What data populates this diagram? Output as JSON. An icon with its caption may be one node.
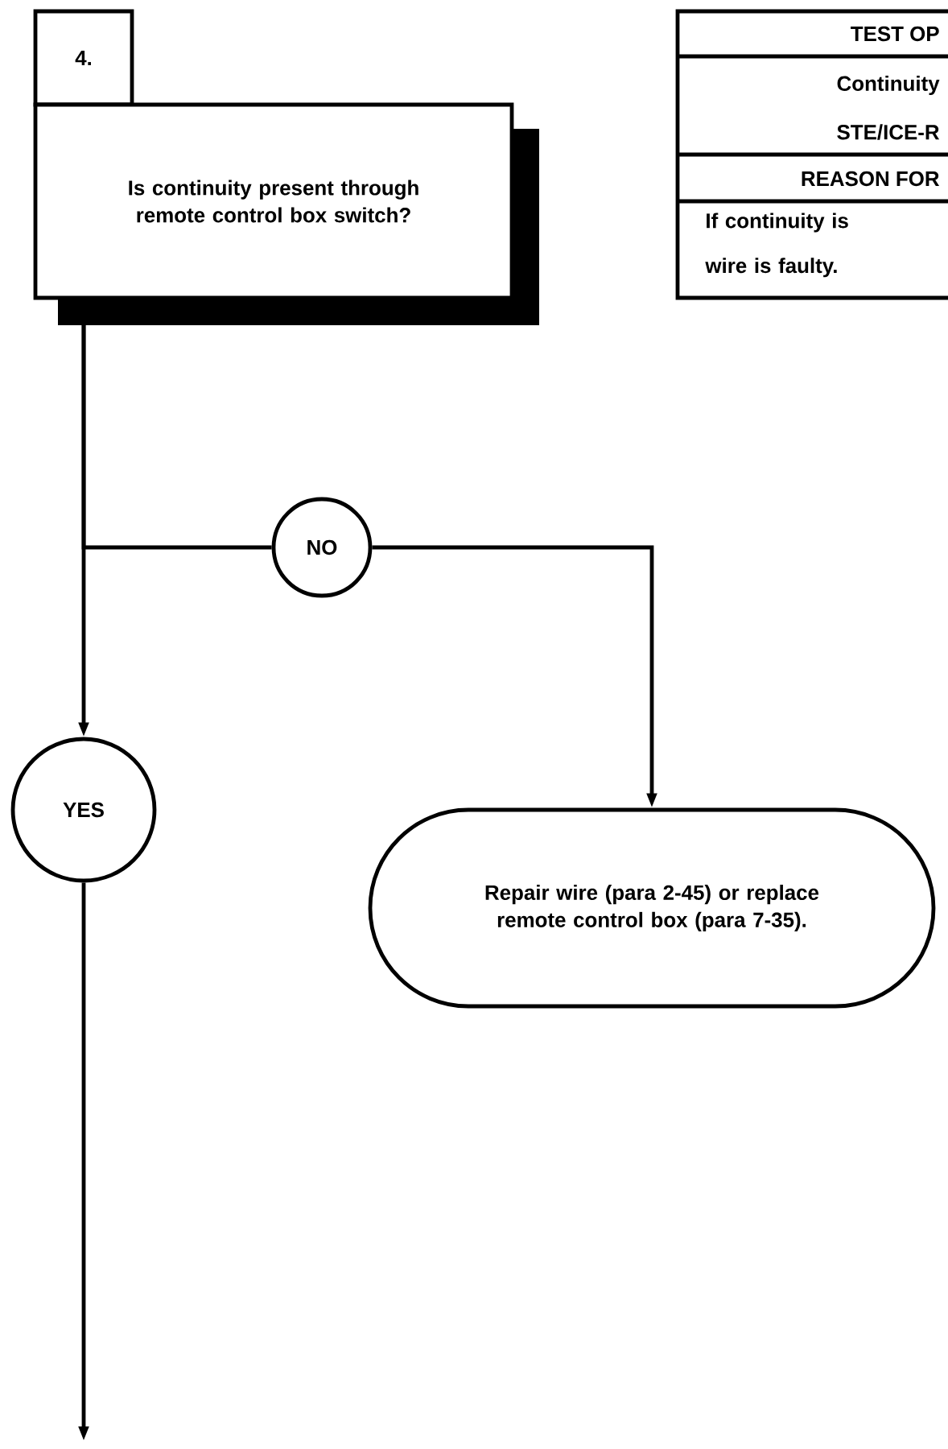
{
  "diagram": {
    "nodes": [
      {
        "text": [
          "4."
        ]
      },
      {
        "text": [
          "Is continuity present through remote control box switch?"
        ]
      },
      {
        "text": [
          "NO"
        ]
      },
      {
        "text": [
          "YES"
        ]
      },
      {
        "text": [
          "Repair wire (para 2-45) or replace remote control box (para 7-35)."
        ]
      }
    ],
    "edges": [
      {
        "from": 1,
        "to": 2,
        "arrow": "none"
      },
      {
        "from": 1,
        "to": 3,
        "arrow": "to"
      },
      {
        "from": 2,
        "to": 4,
        "arrow": "to"
      },
      {
        "from": 3,
        "to": null,
        "arrow": "to"
      }
    ],
    "labels": [
      "TEST OP",
      "Continuity",
      "STE/ICE-R",
      "REASON FOR",
      "If continuity is wire is faulty."
    ]
  }
}
